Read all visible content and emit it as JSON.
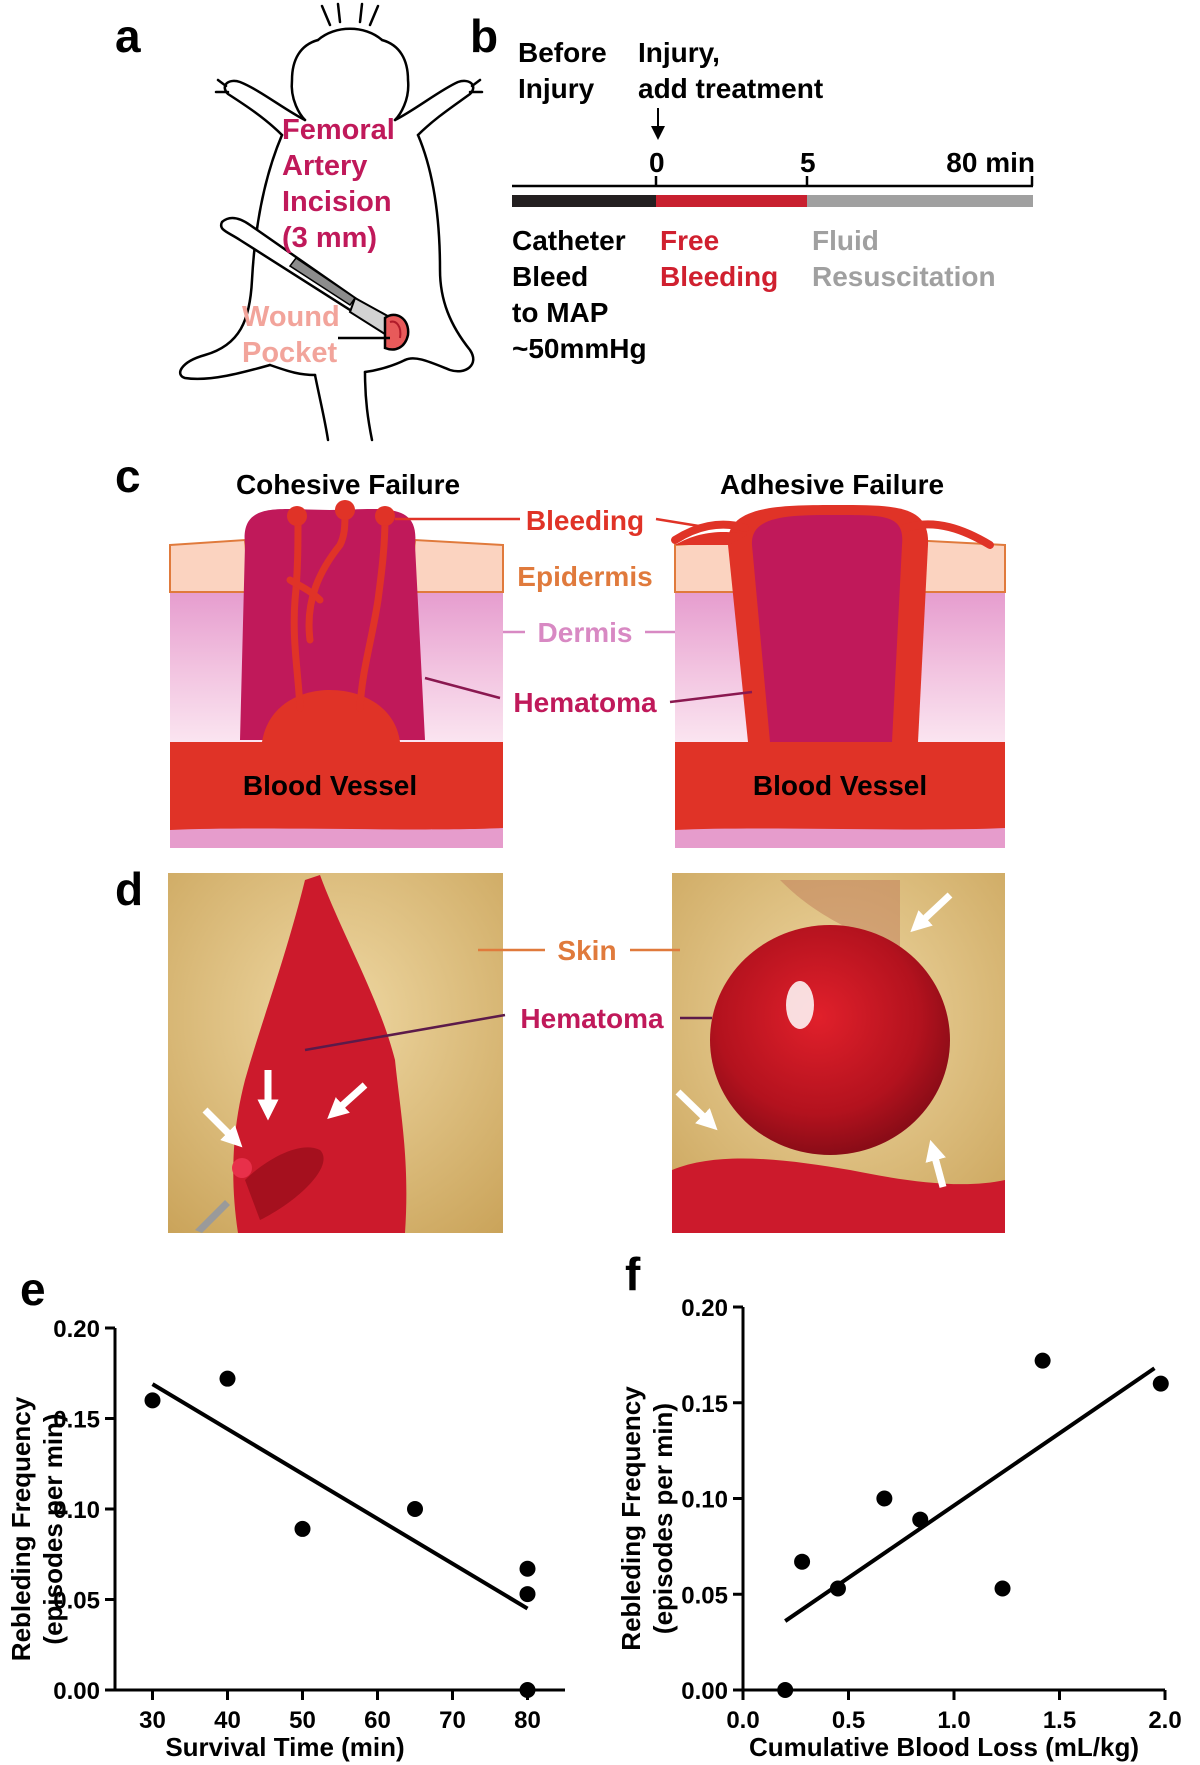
{
  "panel_letters": {
    "a": "a",
    "b": "b",
    "c": "c",
    "d": "d",
    "e": "e",
    "f": "f"
  },
  "panel_a": {
    "incision_label": [
      "Femoral",
      "Artery",
      "Incision",
      "(3 mm)"
    ],
    "pocket_label": [
      "Wound",
      "Pocket"
    ]
  },
  "panel_b": {
    "before_label": [
      "Before",
      "Injury"
    ],
    "injury_label": [
      "Injury,",
      "add treatment"
    ],
    "tick_0": "0",
    "tick_5": "5",
    "tick_80": "80 min",
    "phase_catheter": [
      "Catheter",
      "Bleed",
      "to MAP",
      "~50mmHg"
    ],
    "phase_free": [
      "Free",
      "Bleeding"
    ],
    "phase_fluid": [
      "Fluid",
      "Resuscitation"
    ]
  },
  "panel_c": {
    "left_title": "Cohesive Failure",
    "right_title": "Adhesive Failure",
    "bleeding": "Bleeding",
    "epidermis": "Epidermis",
    "dermis": "Dermis",
    "hematoma": "Hematoma",
    "vessel_left": "Blood Vessel",
    "vessel_right": "Blood Vessel"
  },
  "panel_d": {
    "skin": "Skin",
    "hematoma": "Hematoma"
  },
  "colors": {
    "crimson": "#c0195a",
    "red": "#e03327",
    "pink_light": "#f2a49b",
    "orange": "#e07a3c",
    "dermis_pink": "#d889c3",
    "gray": "#a0a0a0",
    "black": "#000000"
  },
  "chart_data": [
    {
      "type": "scatter",
      "panel": "e",
      "xlabel": "Survival Time (min)",
      "ylabel": [
        "Rebleding Frequency",
        "(episodes per min)"
      ],
      "xlim": [
        25,
        85
      ],
      "ylim": [
        0,
        0.2
      ],
      "x_ticks": [
        "30",
        "40",
        "50",
        "60",
        "70",
        "80"
      ],
      "y_ticks": [
        "0.00",
        "0.05",
        "0.10",
        "0.15",
        "0.20"
      ],
      "points": [
        {
          "x": 30,
          "y": 0.16
        },
        {
          "x": 40,
          "y": 0.172
        },
        {
          "x": 50,
          "y": 0.089
        },
        {
          "x": 65,
          "y": 0.1
        },
        {
          "x": 80,
          "y": 0.067
        },
        {
          "x": 80,
          "y": 0.053
        },
        {
          "x": 80,
          "y": 0.0
        }
      ],
      "fit_line": [
        {
          "x": 30,
          "y": 0.169
        },
        {
          "x": 80,
          "y": 0.045
        }
      ]
    },
    {
      "type": "scatter",
      "panel": "f",
      "xlabel": "Cumulative Blood Loss (mL/kg)",
      "ylabel": [
        "Rebleding Frequency",
        "(episodes per min)"
      ],
      "xlim": [
        0,
        2.0
      ],
      "ylim": [
        0,
        0.2
      ],
      "x_ticks": [
        "0.0",
        "0.5",
        "1.0",
        "1.5",
        "2.0"
      ],
      "y_ticks": [
        "0.00",
        "0.05",
        "0.10",
        "0.15",
        "0.20"
      ],
      "points": [
        {
          "x": 0.2,
          "y": 0.0
        },
        {
          "x": 0.28,
          "y": 0.067
        },
        {
          "x": 0.45,
          "y": 0.053
        },
        {
          "x": 0.67,
          "y": 0.1
        },
        {
          "x": 0.84,
          "y": 0.089
        },
        {
          "x": 1.23,
          "y": 0.053
        },
        {
          "x": 1.42,
          "y": 0.172
        },
        {
          "x": 1.98,
          "y": 0.16
        }
      ],
      "fit_line": [
        {
          "x": 0.2,
          "y": 0.036
        },
        {
          "x": 1.95,
          "y": 0.168
        }
      ]
    }
  ]
}
